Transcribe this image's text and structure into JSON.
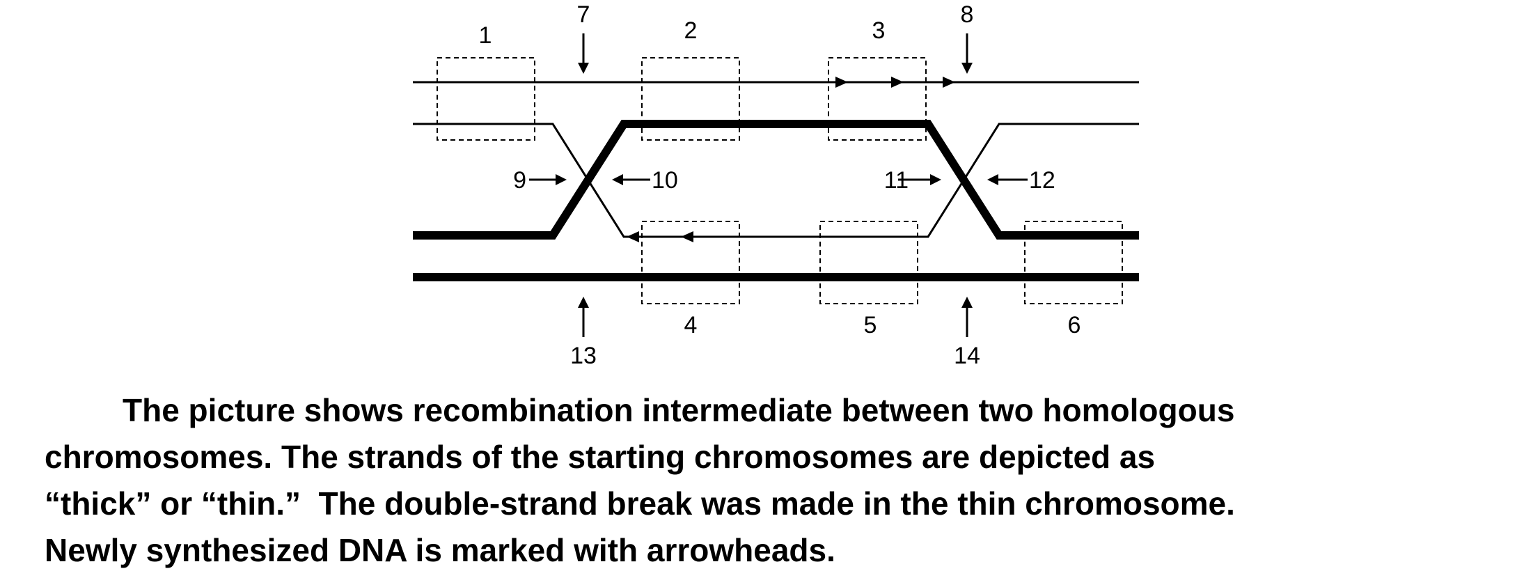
{
  "diagram": {
    "box_labels": [
      "1",
      "2",
      "3",
      "4",
      "5",
      "6"
    ],
    "arrow_labels": [
      "7",
      "8",
      "9",
      "10",
      "11",
      "12",
      "13",
      "14"
    ]
  },
  "caption": {
    "lines": [
      "The picture shows recombination intermediate between two homologous",
      "chromosomes.  The strands of the starting chromosomes are depicted as",
      "“thick” or “thin.”  The double-strand break was made in the thin chromosome.",
      "Newly synthesized DNA is marked with arrowheads."
    ]
  }
}
